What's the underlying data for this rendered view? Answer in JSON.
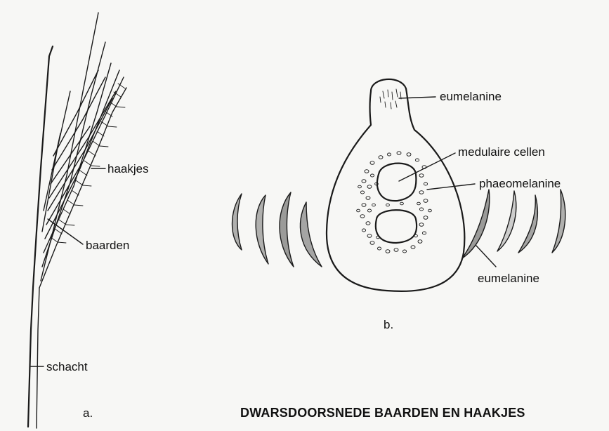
{
  "labels": {
    "haakjes": "haakjes",
    "baarden": "baarden",
    "schacht": "schacht",
    "panel_a": "a.",
    "eumelanine_top": "eumelanine",
    "medulaire_cellen": "medulaire cellen",
    "phaeomelanine": "phaeomelanine",
    "eumelanine_bottom": "eumelanine",
    "panel_b": "b."
  },
  "title": "DWARSDOORSNEDE BAARDEN EN HAAKJES"
}
